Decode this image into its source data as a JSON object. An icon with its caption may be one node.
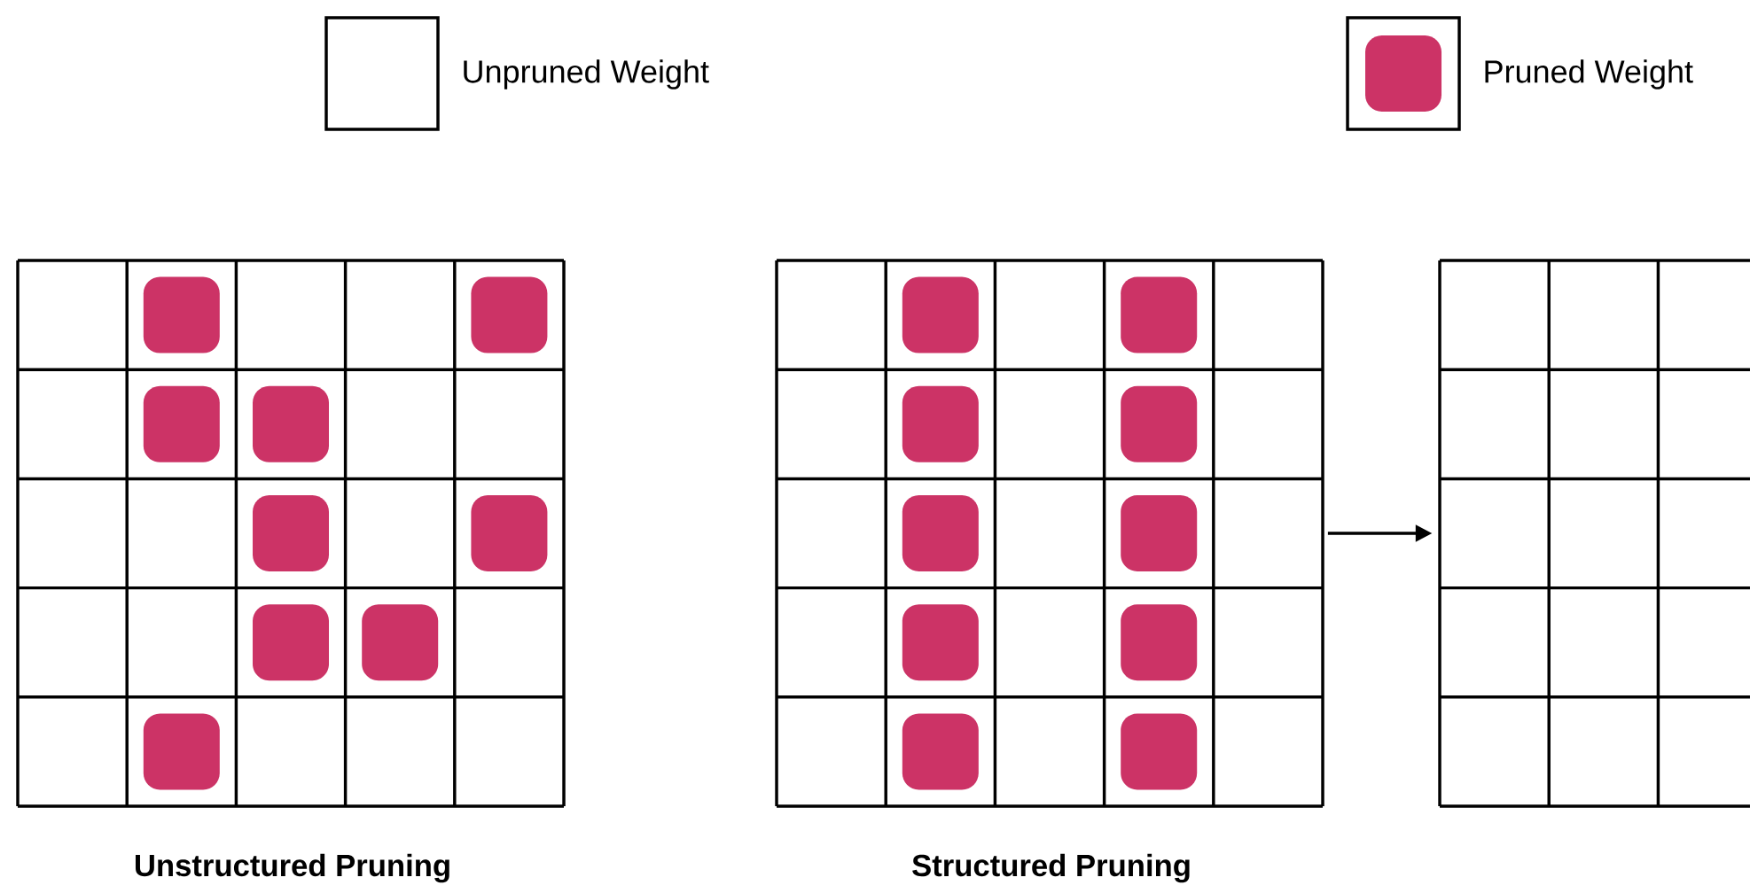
{
  "diagram": {
    "nodes": [
      {
        "text": [
          "Unstructured Pruning"
        ]
      },
      {
        "text": [
          "Structured Pruning"
        ]
      },
      {
        "text": [],
        "shape": "box"
      }
    ],
    "edges": [
      {
        "from": 1,
        "to": 2,
        "arrow": "to"
      }
    ],
    "legend": [
      {
        "text": "Unpruned Weight"
      },
      {
        "text": "Pruned Weight",
        "color": "#cc3366"
      }
    ]
  }
}
